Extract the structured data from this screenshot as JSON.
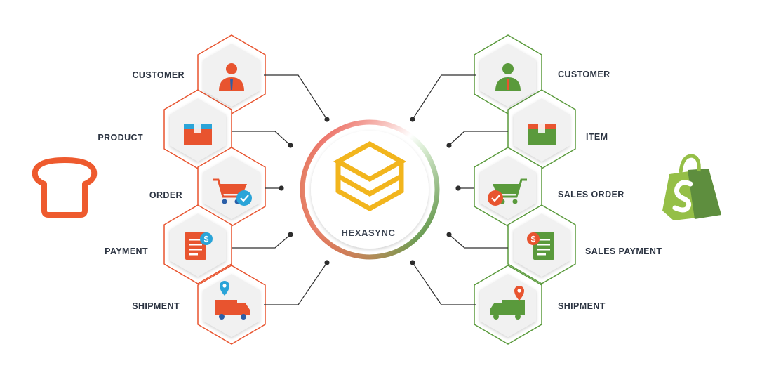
{
  "hub": {
    "title": "HEXASYNC"
  },
  "left": {
    "accent": "#e8542f",
    "items": [
      {
        "label": "CUSTOMER",
        "icon": "customer-icon"
      },
      {
        "label": "PRODUCT",
        "icon": "product-box-icon"
      },
      {
        "label": "ORDER",
        "icon": "shopping-cart-check-icon"
      },
      {
        "label": "PAYMENT",
        "icon": "payment-invoice-icon"
      },
      {
        "label": "SHIPMENT",
        "icon": "shipment-truck-icon"
      }
    ],
    "logo": "toast-logo-icon"
  },
  "right": {
    "accent": "#5a9a3c",
    "items": [
      {
        "label": "CUSTOMER",
        "icon": "customer-icon"
      },
      {
        "label": "ITEM",
        "icon": "item-box-icon"
      },
      {
        "label": "SALES ORDER",
        "icon": "sales-order-cart-icon"
      },
      {
        "label": "SALES PAYMENT",
        "icon": "sales-payment-invoice-icon"
      },
      {
        "label": "SHIPMENT",
        "icon": "shipment-truck-icon"
      }
    ],
    "logo": "shopify-bag-icon"
  },
  "colors": {
    "orange": "#e8542f",
    "green": "#5a9a3c",
    "hub_gold": "#f2b51d",
    "text": "#2c3442"
  }
}
